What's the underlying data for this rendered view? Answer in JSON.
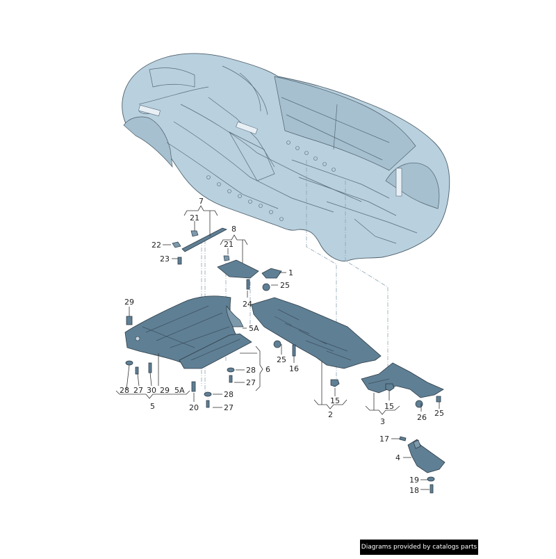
{
  "diagram": {
    "subject": "Vehicle underbody with underbody panels / noise insulation trays (exploded view)",
    "credit": "Diagrams provided by catalogs parts",
    "colors": {
      "vehicle_body": "#b9d0de",
      "parts": "#5f7f94",
      "lines": "#333333",
      "background": "#ffffff"
    },
    "callouts": [
      {
        "id": "c7",
        "text": "7",
        "group": "bracket"
      },
      {
        "id": "c21a",
        "text": "21"
      },
      {
        "id": "c22",
        "text": "22"
      },
      {
        "id": "c23",
        "text": "23"
      },
      {
        "id": "c8",
        "text": "8",
        "group": "bracket"
      },
      {
        "id": "c21b",
        "text": "21"
      },
      {
        "id": "c1",
        "text": "1"
      },
      {
        "id": "c25a",
        "text": "25"
      },
      {
        "id": "c24",
        "text": "24"
      },
      {
        "id": "c29a",
        "text": "29"
      },
      {
        "id": "c5Aa",
        "text": "5A"
      },
      {
        "id": "c25b",
        "text": "25"
      },
      {
        "id": "c16",
        "text": "16"
      },
      {
        "id": "c28a",
        "text": "28"
      },
      {
        "id": "c27a",
        "text": "27"
      },
      {
        "id": "c6",
        "text": "6",
        "group": "bracket"
      },
      {
        "id": "c28b",
        "text": "28"
      },
      {
        "id": "c27b",
        "text": "27"
      },
      {
        "id": "c30",
        "text": "30"
      },
      {
        "id": "c29b",
        "text": "29"
      },
      {
        "id": "c5Ab",
        "text": "5A"
      },
      {
        "id": "c5",
        "text": "5",
        "group": "bracket"
      },
      {
        "id": "c20",
        "text": "20"
      },
      {
        "id": "c28c",
        "text": "28"
      },
      {
        "id": "c27c",
        "text": "27"
      },
      {
        "id": "c15a",
        "text": "15"
      },
      {
        "id": "c2",
        "text": "2",
        "group": "bracket"
      },
      {
        "id": "c15b",
        "text": "15"
      },
      {
        "id": "c3",
        "text": "3",
        "group": "bracket"
      },
      {
        "id": "c26",
        "text": "26"
      },
      {
        "id": "c25c",
        "text": "25"
      },
      {
        "id": "c17",
        "text": "17"
      },
      {
        "id": "c4",
        "text": "4"
      },
      {
        "id": "c19",
        "text": "19"
      },
      {
        "id": "c18",
        "text": "18"
      }
    ]
  }
}
